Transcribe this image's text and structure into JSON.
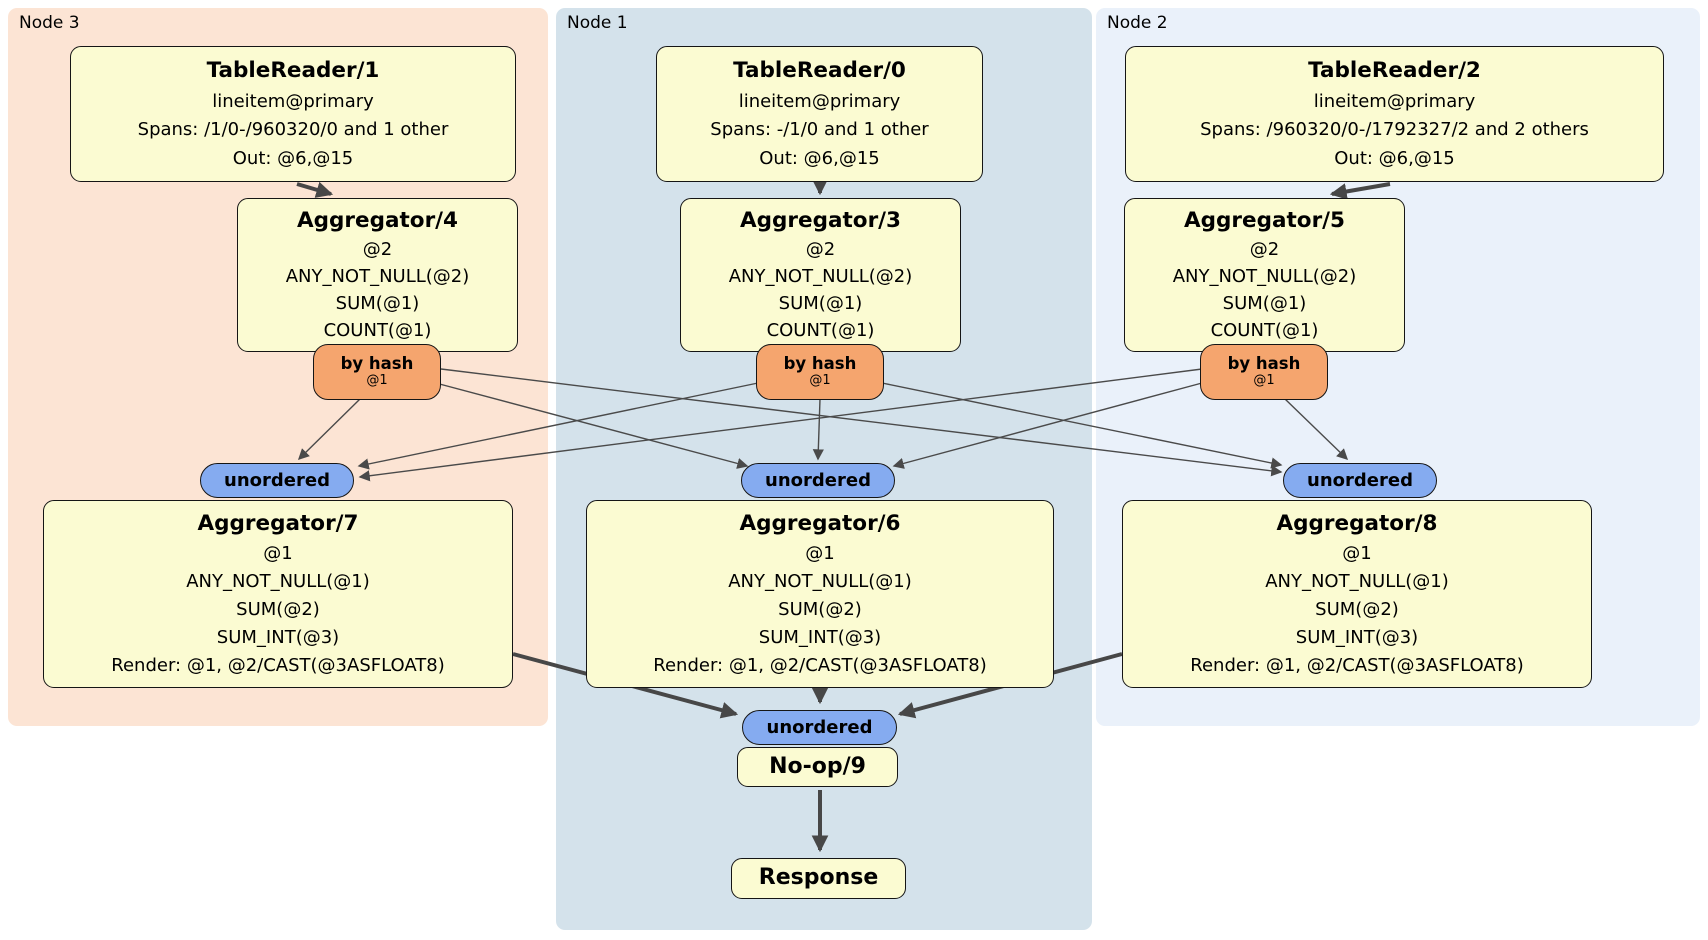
{
  "regions": [
    {
      "label": "Node 3"
    },
    {
      "label": "Node 1"
    },
    {
      "label": "Node 2"
    }
  ],
  "processors": {
    "tr1": {
      "title": "TableReader/1",
      "lines": [
        "lineitem@primary",
        "Spans: /1/0-/960320/0 and 1 other",
        "Out: @6,@15"
      ]
    },
    "tr0": {
      "title": "TableReader/0",
      "lines": [
        "lineitem@primary",
        "Spans: -/1/0 and 1 other",
        "Out: @6,@15"
      ]
    },
    "tr2": {
      "title": "TableReader/2",
      "lines": [
        "lineitem@primary",
        "Spans: /960320/0-/1792327/2 and 2 others",
        "Out: @6,@15"
      ]
    },
    "agg4": {
      "title": "Aggregator/4",
      "lines": [
        "@2",
        "ANY_NOT_NULL(@2)",
        "SUM(@1)",
        "COUNT(@1)"
      ]
    },
    "agg3": {
      "title": "Aggregator/3",
      "lines": [
        "@2",
        "ANY_NOT_NULL(@2)",
        "SUM(@1)",
        "COUNT(@1)"
      ]
    },
    "agg5": {
      "title": "Aggregator/5",
      "lines": [
        "@2",
        "ANY_NOT_NULL(@2)",
        "SUM(@1)",
        "COUNT(@1)"
      ]
    },
    "agg7": {
      "title": "Aggregator/7",
      "lines": [
        "@1",
        "ANY_NOT_NULL(@1)",
        "SUM(@2)",
        "SUM_INT(@3)",
        "Render: @1, @2/CAST(@3ASFLOAT8)"
      ]
    },
    "agg6": {
      "title": "Aggregator/6",
      "lines": [
        "@1",
        "ANY_NOT_NULL(@1)",
        "SUM(@2)",
        "SUM_INT(@3)",
        "Render: @1, @2/CAST(@3ASFLOAT8)"
      ]
    },
    "agg8": {
      "title": "Aggregator/8",
      "lines": [
        "@1",
        "ANY_NOT_NULL(@1)",
        "SUM(@2)",
        "SUM_INT(@3)",
        "Render: @1, @2/CAST(@3ASFLOAT8)"
      ]
    },
    "noop": {
      "title": "No-op/9"
    },
    "response": {
      "title": "Response"
    }
  },
  "routers": [
    {
      "label": "by hash",
      "sublabel": "@1"
    },
    {
      "label": "by hash",
      "sublabel": "@1"
    },
    {
      "label": "by hash",
      "sublabel": "@1"
    }
  ],
  "syncs": [
    {
      "label": "unordered"
    },
    {
      "label": "unordered"
    },
    {
      "label": "unordered"
    },
    {
      "label": "unordered"
    }
  ],
  "colors": {
    "node3_bg": "#fce4d4",
    "node1_bg": "#d4e2eb",
    "node2_bg": "#eaf1fa",
    "processor_bg": "#fbfbd2",
    "router_bg": "#f5a56e",
    "sync_bg": "#85abf0",
    "edge": "#4a4a4a"
  }
}
